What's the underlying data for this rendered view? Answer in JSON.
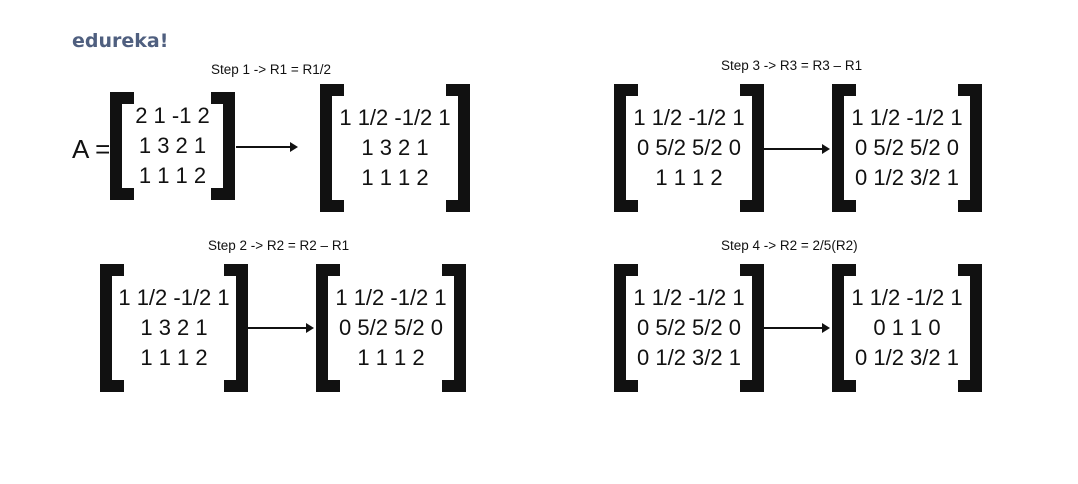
{
  "logo": "edureka!",
  "a_label": "A =",
  "steps": [
    {
      "label": "Step 1 -> R1 = R1/2",
      "left": [
        "2 1 -1 2",
        "1 3 2 1",
        "1 1 1 2"
      ],
      "right": [
        "1 1/2 -1/2 1",
        "1 3 2 1",
        "1 1 1 2"
      ]
    },
    {
      "label": "Step 2 -> R2 = R2 – R1",
      "left": [
        "1 1/2 -1/2 1",
        "1 3 2 1",
        "1 1 1 2"
      ],
      "right": [
        "1 1/2 -1/2 1",
        "0 5/2 5/2 0",
        "1 1 1 2"
      ]
    },
    {
      "label": "Step 3 -> R3 = R3 – R1",
      "left": [
        "1 1/2 -1/2 1",
        "0 5/2 5/2 0",
        "1 1 1 2"
      ],
      "right": [
        "1 1/2 -1/2 1",
        "0 5/2 5/2 0",
        "0 1/2 3/2 1"
      ]
    },
    {
      "label": "Step 4 -> R2 = 2/5(R2)",
      "left": [
        "1 1/2 -1/2 1",
        "0 5/2 5/2 0",
        "0 1/2 3/2 1"
      ],
      "right": [
        "1 1/2 -1/2 1",
        "0 1 1 0",
        "0 1/2 3/2 1"
      ]
    }
  ]
}
